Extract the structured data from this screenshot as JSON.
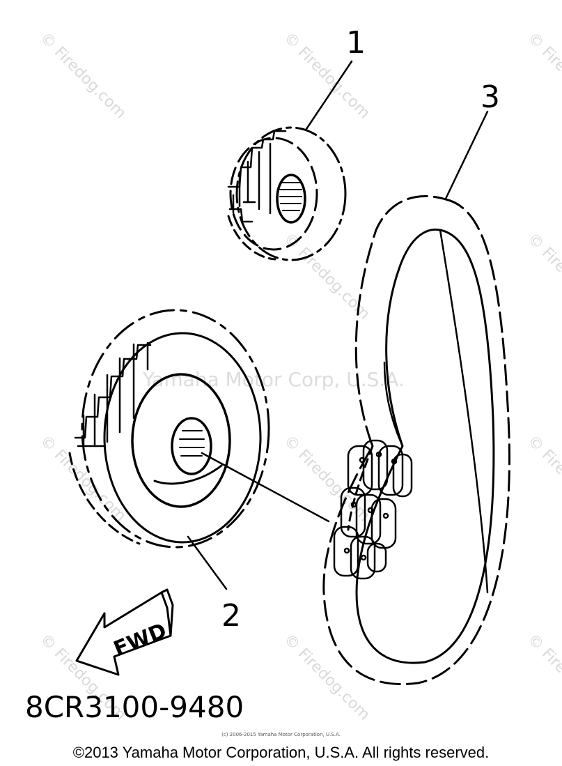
{
  "watermarks": {
    "site": "© Firedog.com",
    "center": "Yamaha Motor Corp, U.S.A."
  },
  "callouts": {
    "part1": "1",
    "part2": "2",
    "part3": "3"
  },
  "arrow_label": "FWD",
  "part_number": "8CR3100-9480",
  "small_copyright": "(c) 2006-2015 Yamaha Motor Corporation, U.S.A.",
  "footer_copyright": "©2013 Yamaha Motor Corporation, U.S.A. All rights reserved."
}
